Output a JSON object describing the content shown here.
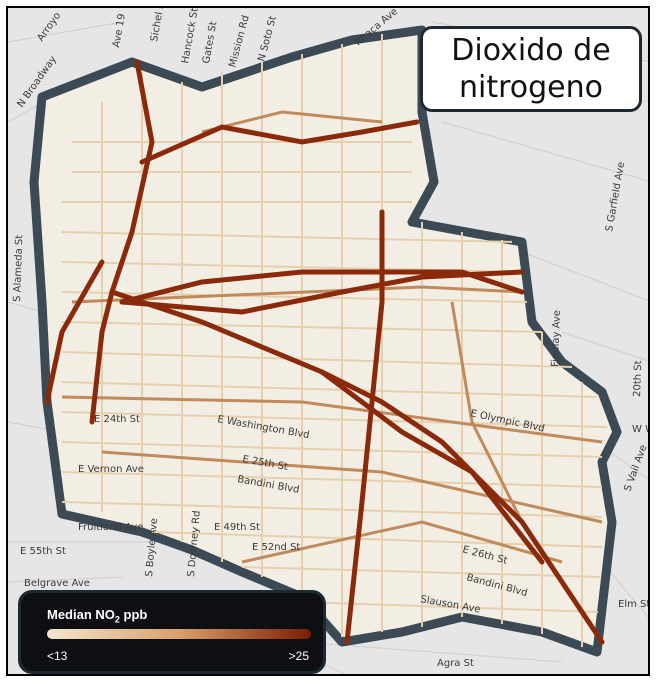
{
  "title": {
    "line1": "Dioxido de",
    "line2": "nitrogeno"
  },
  "legend": {
    "label_prefix": "Median NO",
    "label_sub": "2",
    "label_suffix": " ppb",
    "min_label": "<13",
    "max_label": ">25",
    "color_low": "#f3e6cf",
    "color_mid": "#d9a06b",
    "color_high": "#7a1c04"
  },
  "colors": {
    "boundary": "#3c4a55",
    "inner_area": "#f3eee4",
    "outer_area": "#e6e6e6",
    "freeway": "#8a2a0a",
    "major_street": "#c08a5c",
    "minor_street": "#e6cfae"
  },
  "street_labels": [
    "Ave 19",
    "Sichel St",
    "Hancock St",
    "Gates St",
    "Mission Rd",
    "N Soto St",
    "Ithaca Ave",
    "N Broadway",
    "Arroyo",
    "S Alameda St",
    "S Garfield Ave",
    "Findlay Ave",
    "20th St",
    "W W",
    "S Vail Ave",
    "Elm St",
    "E 24th St",
    "E Vernon Ave",
    "E Washington Blvd",
    "E 25th St",
    "Bandini Blvd",
    "Fruitland Ave",
    "E 55th St",
    "S Boyle Ave",
    "S Downey Rd",
    "E 49th St",
    "E 52nd St",
    "Belgrave Ave",
    "E 26th St",
    "Bandini Blvd",
    "Slauson Ave",
    "Agra St",
    "E Olympic Blvd"
  ]
}
